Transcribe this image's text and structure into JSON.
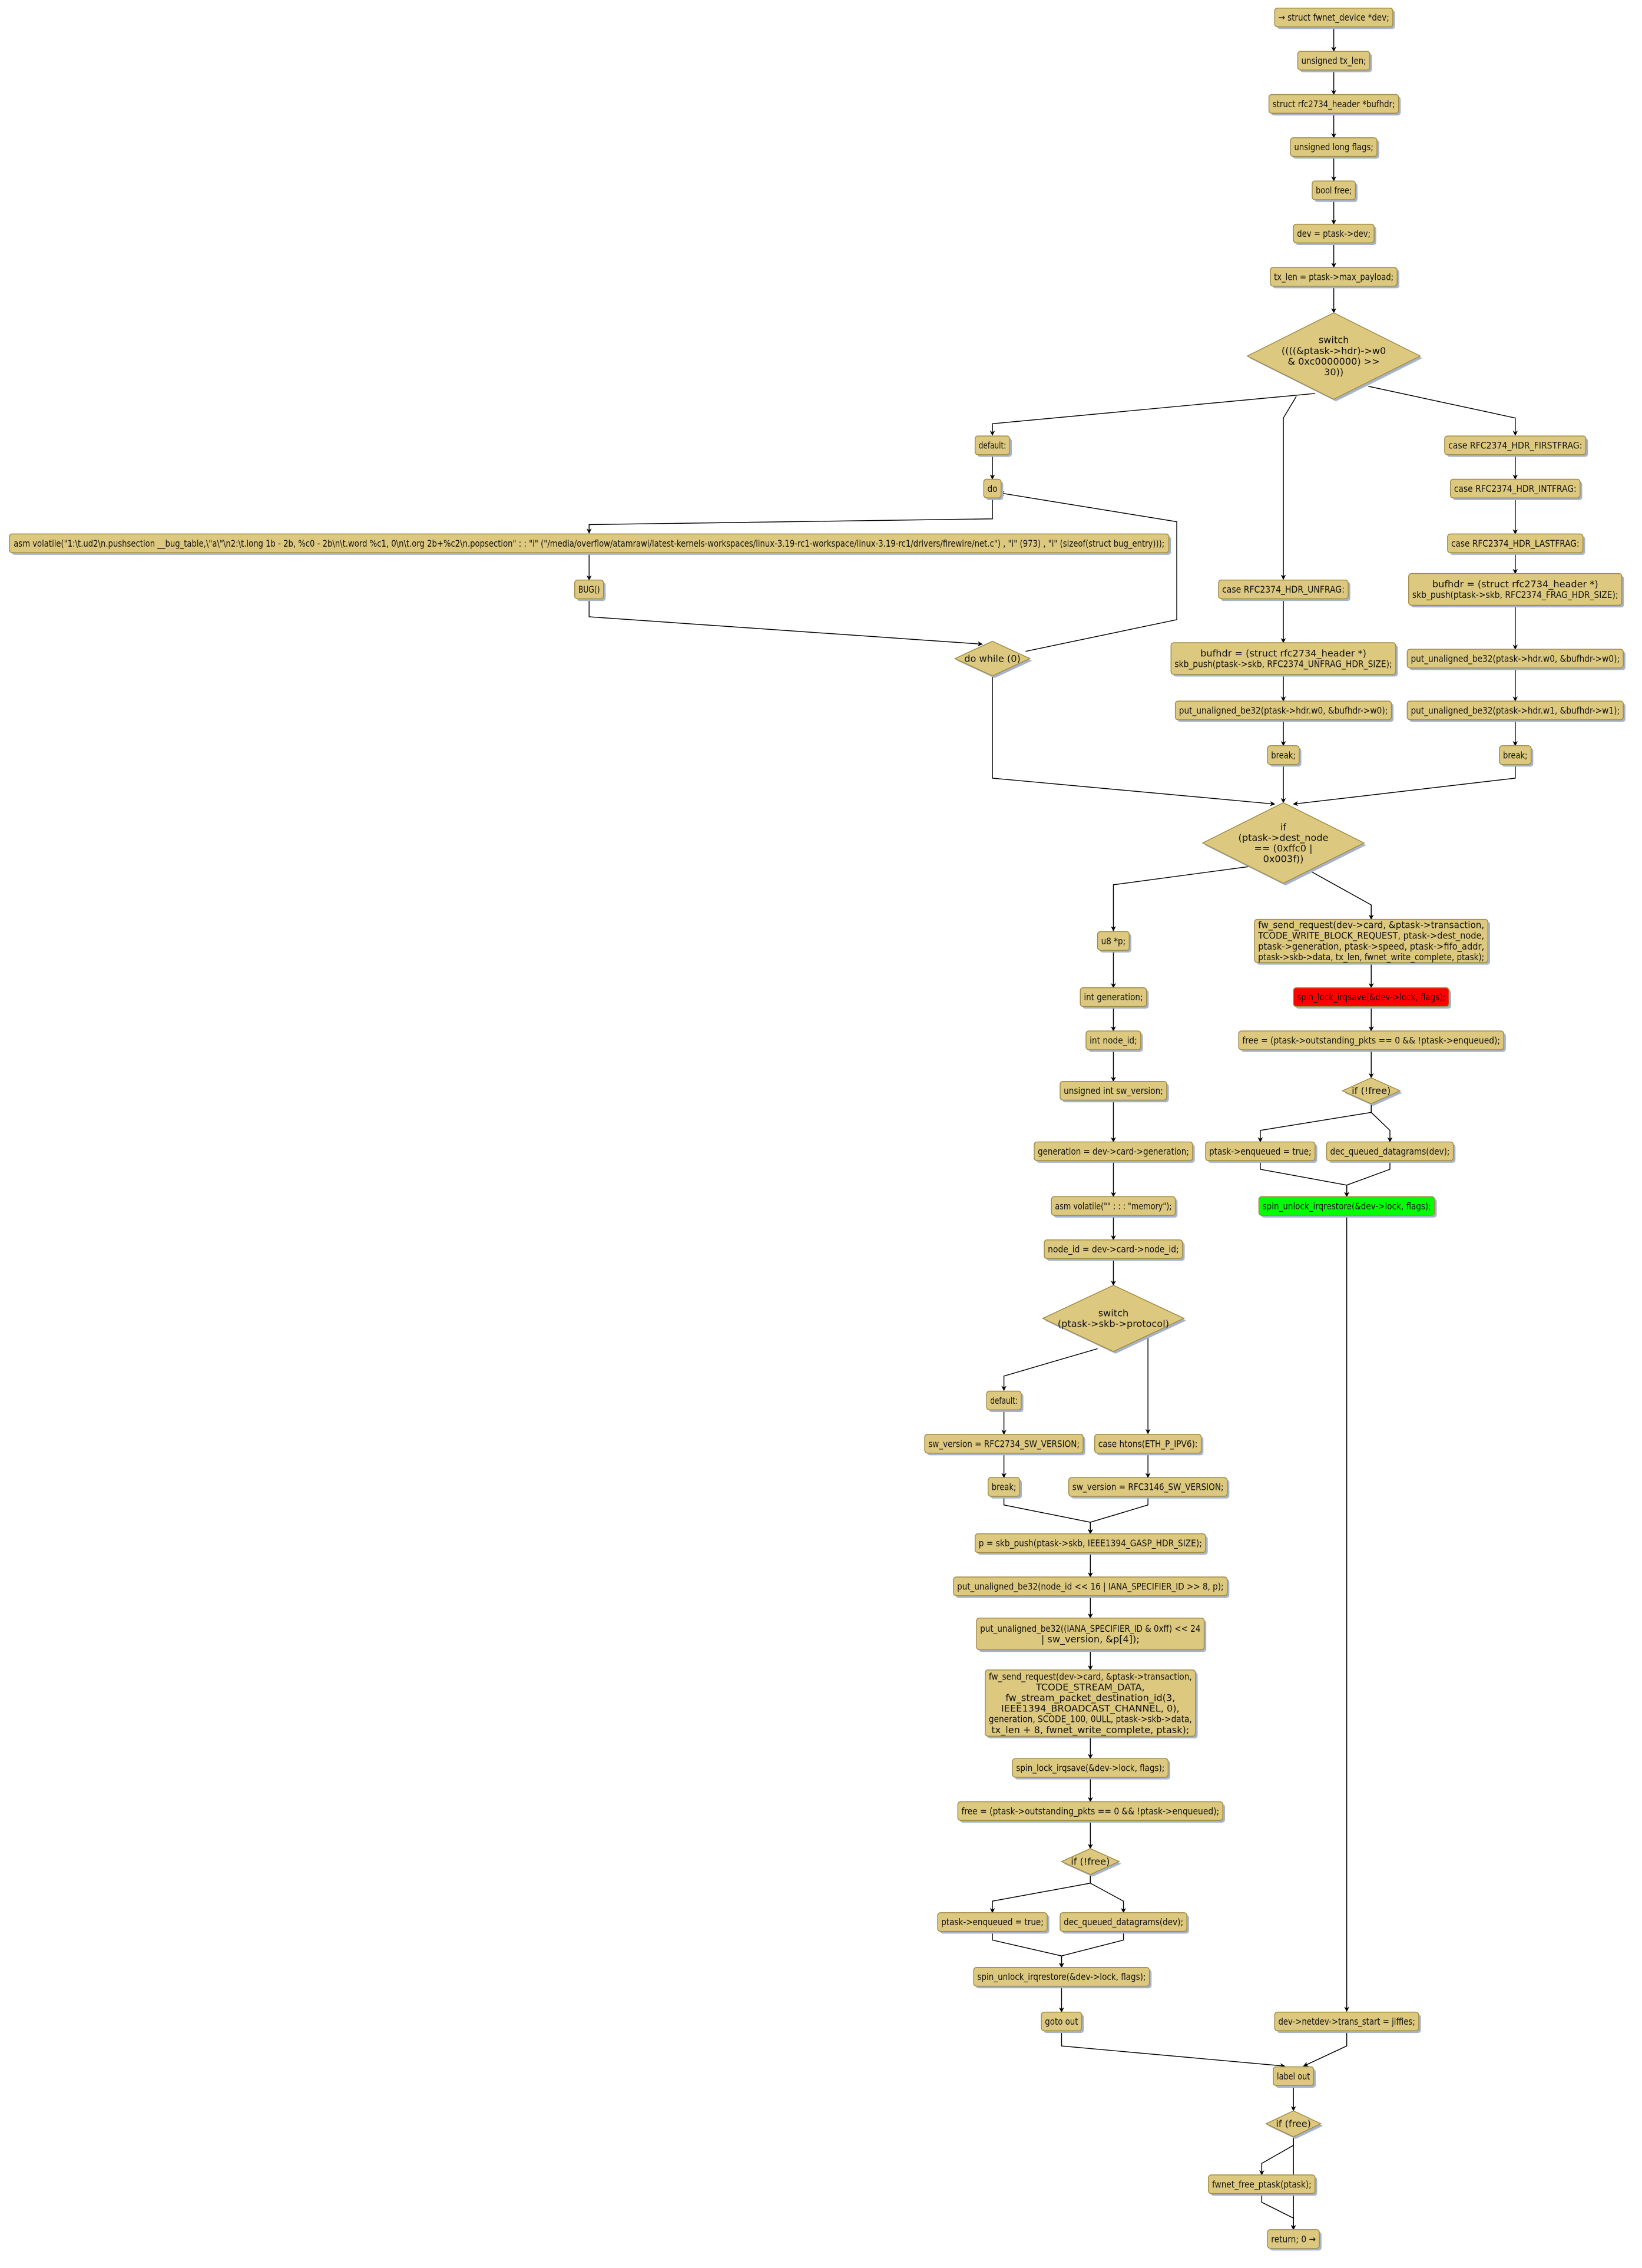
{
  "colors": {
    "node_fill": "#dcc87e",
    "node_border": "#a08a44",
    "highlight_red": "#ff0000",
    "highlight_green": "#00ff00",
    "shadow": "#a6b3cc"
  },
  "nodes": [
    {
      "id": "n1",
      "kind": "box",
      "lines": [
        "→ struct fwnet_device *dev;"
      ]
    },
    {
      "id": "n2",
      "kind": "box",
      "lines": [
        "unsigned tx_len;"
      ]
    },
    {
      "id": "n3",
      "kind": "box",
      "lines": [
        "struct rfc2734_header *bufhdr;"
      ]
    },
    {
      "id": "n4",
      "kind": "box",
      "lines": [
        "unsigned long flags;"
      ]
    },
    {
      "id": "n5",
      "kind": "box",
      "lines": [
        "bool free;"
      ]
    },
    {
      "id": "n6",
      "kind": "box",
      "lines": [
        "dev = ptask->dev;"
      ]
    },
    {
      "id": "n7",
      "kind": "box",
      "lines": [
        "tx_len = ptask->max_payload;"
      ]
    },
    {
      "id": "d1",
      "kind": "diamond",
      "lines": [
        "switch",
        "((((&ptask->hdr)->w0",
        "& 0xc0000000) >>",
        "30))"
      ]
    },
    {
      "id": "n8",
      "kind": "box",
      "lines": [
        "default:"
      ]
    },
    {
      "id": "n9",
      "kind": "box",
      "lines": [
        "do"
      ]
    },
    {
      "id": "n10",
      "kind": "box",
      "lines": [
        "asm volatile(\"1:\\t.ud2\\n.pushsection __bug_table,\\\"a\\\"\\n2:\\t.long 1b - 2b, %c0 - 2b\\n\\t.word %c1, 0\\n\\t.org 2b+%c2\\n.popsection\" : : \"i\" (\"/media/overflow/atamrawi/latest-kernels-workspaces/linux-3.19-rc1-workspace/linux-3.19-rc1/drivers/firewire/net.c\") , \"i\" (973) , \"i\" (sizeof(struct bug_entry)));"
      ]
    },
    {
      "id": "n11",
      "kind": "box",
      "lines": [
        "BUG()"
      ]
    },
    {
      "id": "d2",
      "kind": "diamond",
      "lines": [
        "do while (0)"
      ]
    },
    {
      "id": "n12",
      "kind": "box",
      "lines": [
        "case RFC2374_HDR_UNFRAG:"
      ]
    },
    {
      "id": "n13",
      "kind": "box",
      "lines": [
        "bufhdr = (struct rfc2734_header *)",
        "skb_push(ptask->skb, RFC2374_UNFRAG_HDR_SIZE);"
      ]
    },
    {
      "id": "n14",
      "kind": "box",
      "lines": [
        "put_unaligned_be32(ptask->hdr.w0, &bufhdr->w0);"
      ]
    },
    {
      "id": "n15",
      "kind": "box",
      "lines": [
        "break;"
      ]
    },
    {
      "id": "n16",
      "kind": "box",
      "lines": [
        "case RFC2374_HDR_FIRSTFRAG:"
      ]
    },
    {
      "id": "n17",
      "kind": "box",
      "lines": [
        "case RFC2374_HDR_INTFRAG:"
      ]
    },
    {
      "id": "n18",
      "kind": "box",
      "lines": [
        "case RFC2374_HDR_LASTFRAG:"
      ]
    },
    {
      "id": "n19",
      "kind": "box",
      "lines": [
        "bufhdr = (struct rfc2734_header *)",
        "skb_push(ptask->skb, RFC2374_FRAG_HDR_SIZE);"
      ]
    },
    {
      "id": "n20",
      "kind": "box",
      "lines": [
        "put_unaligned_be32(ptask->hdr.w0, &bufhdr->w0);"
      ]
    },
    {
      "id": "n21",
      "kind": "box",
      "lines": [
        "put_unaligned_be32(ptask->hdr.w1, &bufhdr->w1);"
      ]
    },
    {
      "id": "n22",
      "kind": "box",
      "lines": [
        "break;"
      ]
    },
    {
      "id": "d3",
      "kind": "diamond",
      "lines": [
        "if",
        "(ptask->dest_node",
        "== (0xffc0 |",
        "0x003f))"
      ]
    },
    {
      "id": "n23",
      "kind": "box",
      "lines": [
        "u8 *p;"
      ]
    },
    {
      "id": "n24",
      "kind": "box",
      "lines": [
        "int generation;"
      ]
    },
    {
      "id": "n25",
      "kind": "box",
      "lines": [
        "int node_id;"
      ]
    },
    {
      "id": "n26",
      "kind": "box",
      "lines": [
        "unsigned int sw_version;"
      ]
    },
    {
      "id": "n27",
      "kind": "box",
      "lines": [
        "generation = dev->card->generation;"
      ]
    },
    {
      "id": "n28",
      "kind": "box",
      "lines": [
        "asm volatile(\"\" : : : \"memory\");"
      ]
    },
    {
      "id": "n29",
      "kind": "box",
      "lines": [
        "node_id = dev->card->node_id;"
      ]
    },
    {
      "id": "d4",
      "kind": "diamond",
      "lines": [
        "switch",
        "(ptask->skb->protocol)"
      ]
    },
    {
      "id": "n30",
      "kind": "box",
      "lines": [
        "default:"
      ]
    },
    {
      "id": "n31",
      "kind": "box",
      "lines": [
        "sw_version = RFC2734_SW_VERSION;"
      ]
    },
    {
      "id": "n32",
      "kind": "box",
      "lines": [
        "break;"
      ]
    },
    {
      "id": "n33",
      "kind": "box",
      "lines": [
        "case htons(ETH_P_IPV6):"
      ]
    },
    {
      "id": "n34",
      "kind": "box",
      "lines": [
        "sw_version = RFC3146_SW_VERSION;"
      ]
    },
    {
      "id": "n35",
      "kind": "box",
      "lines": [
        "p = skb_push(ptask->skb, IEEE1394_GASP_HDR_SIZE);"
      ]
    },
    {
      "id": "n36",
      "kind": "box",
      "lines": [
        "put_unaligned_be32(node_id << 16 | IANA_SPECIFIER_ID >> 8, p);"
      ]
    },
    {
      "id": "n37",
      "kind": "box",
      "lines": [
        "put_unaligned_be32((IANA_SPECIFIER_ID & 0xff) << 24",
        "| sw_version, &p[4]);"
      ]
    },
    {
      "id": "n38",
      "kind": "box",
      "lines": [
        "fw_send_request(dev->card, &ptask->transaction,",
        "TCODE_STREAM_DATA,",
        "fw_stream_packet_destination_id(3,",
        "IEEE1394_BROADCAST_CHANNEL, 0),",
        "generation, SCODE_100, 0ULL, ptask->skb->data,",
        "tx_len + 8, fwnet_write_complete, ptask);"
      ]
    },
    {
      "id": "n39",
      "kind": "box",
      "lines": [
        "spin_lock_irqsave(&dev->lock, flags);"
      ]
    },
    {
      "id": "n40",
      "kind": "box",
      "lines": [
        "free = (ptask->outstanding_pkts == 0 && !ptask->enqueued);"
      ]
    },
    {
      "id": "d5",
      "kind": "diamond",
      "lines": [
        "if (!free)"
      ]
    },
    {
      "id": "n41",
      "kind": "box",
      "lines": [
        "ptask->enqueued = true;"
      ]
    },
    {
      "id": "n42",
      "kind": "box",
      "lines": [
        "dec_queued_datagrams(dev);"
      ]
    },
    {
      "id": "n43",
      "kind": "box",
      "lines": [
        "spin_unlock_irqrestore(&dev->lock, flags);"
      ]
    },
    {
      "id": "n44",
      "kind": "box",
      "lines": [
        "goto out"
      ]
    },
    {
      "id": "n45",
      "kind": "box",
      "lines": [
        "fw_send_request(dev->card, &ptask->transaction,",
        "TCODE_WRITE_BLOCK_REQUEST, ptask->dest_node,",
        "ptask->generation, ptask->speed, ptask->fifo_addr,",
        "ptask->skb->data, tx_len, fwnet_write_complete, ptask);"
      ]
    },
    {
      "id": "n46",
      "kind": "box",
      "highlight": "red",
      "lines": [
        "spin_lock_irqsave(&dev->lock, flags);"
      ]
    },
    {
      "id": "n47",
      "kind": "box",
      "lines": [
        "free = (ptask->outstanding_pkts == 0 && !ptask->enqueued);"
      ]
    },
    {
      "id": "d6",
      "kind": "diamond",
      "lines": [
        "if (!free)"
      ]
    },
    {
      "id": "n48",
      "kind": "box",
      "lines": [
        "ptask->enqueued = true;"
      ]
    },
    {
      "id": "n49",
      "kind": "box",
      "lines": [
        "dec_queued_datagrams(dev);"
      ]
    },
    {
      "id": "n50",
      "kind": "box",
      "highlight": "green",
      "lines": [
        "spin_unlock_irqrestore(&dev->lock, flags);"
      ]
    },
    {
      "id": "n51",
      "kind": "box",
      "lines": [
        "dev->netdev->trans_start = jiffies;"
      ]
    },
    {
      "id": "n52",
      "kind": "box",
      "lines": [
        "label out"
      ]
    },
    {
      "id": "d7",
      "kind": "diamond",
      "lines": [
        "if (free)"
      ]
    },
    {
      "id": "n53",
      "kind": "box",
      "lines": [
        "fwnet_free_ptask(ptask);"
      ]
    },
    {
      "id": "n54",
      "kind": "box",
      "lines": [
        "return; 0 →"
      ]
    }
  ],
  "edges": [
    [
      "n1",
      "n2"
    ],
    [
      "n2",
      "n3"
    ],
    [
      "n3",
      "n4"
    ],
    [
      "n4",
      "n5"
    ],
    [
      "n5",
      "n6"
    ],
    [
      "n6",
      "n7"
    ],
    [
      "n7",
      "d1"
    ],
    [
      "d1",
      "n8"
    ],
    [
      "d1",
      "n12"
    ],
    [
      "d1",
      "n16"
    ],
    [
      "n8",
      "n9"
    ],
    [
      "n9",
      "n10"
    ],
    [
      "n10",
      "n11"
    ],
    [
      "n11",
      "d2"
    ],
    [
      "d2",
      "n9"
    ],
    [
      "d2",
      "d3"
    ],
    [
      "n12",
      "n13"
    ],
    [
      "n13",
      "n14"
    ],
    [
      "n14",
      "n15"
    ],
    [
      "n15",
      "d3"
    ],
    [
      "n16",
      "n17"
    ],
    [
      "n17",
      "n18"
    ],
    [
      "n18",
      "n19"
    ],
    [
      "n19",
      "n20"
    ],
    [
      "n20",
      "n21"
    ],
    [
      "n21",
      "n22"
    ],
    [
      "n22",
      "d3"
    ],
    [
      "d3",
      "n23"
    ],
    [
      "d3",
      "n45"
    ],
    [
      "n23",
      "n24"
    ],
    [
      "n24",
      "n25"
    ],
    [
      "n25",
      "n26"
    ],
    [
      "n26",
      "n27"
    ],
    [
      "n27",
      "n28"
    ],
    [
      "n28",
      "n29"
    ],
    [
      "n29",
      "d4"
    ],
    [
      "d4",
      "n30"
    ],
    [
      "d4",
      "n33"
    ],
    [
      "n30",
      "n31"
    ],
    [
      "n31",
      "n32"
    ],
    [
      "n32",
      "n35"
    ],
    [
      "n33",
      "n34"
    ],
    [
      "n34",
      "n35"
    ],
    [
      "n35",
      "n36"
    ],
    [
      "n36",
      "n37"
    ],
    [
      "n37",
      "n38"
    ],
    [
      "n38",
      "n39"
    ],
    [
      "n39",
      "n40"
    ],
    [
      "n40",
      "d5"
    ],
    [
      "d5",
      "n41"
    ],
    [
      "d5",
      "n42"
    ],
    [
      "n41",
      "n43"
    ],
    [
      "n42",
      "n43"
    ],
    [
      "n43",
      "n44"
    ],
    [
      "n44",
      "n52"
    ],
    [
      "n45",
      "n46"
    ],
    [
      "n46",
      "n47"
    ],
    [
      "n47",
      "d6"
    ],
    [
      "d6",
      "n48"
    ],
    [
      "d6",
      "n49"
    ],
    [
      "n48",
      "n50"
    ],
    [
      "n49",
      "n50"
    ],
    [
      "n50",
      "n51"
    ],
    [
      "n51",
      "n52"
    ],
    [
      "n52",
      "d7"
    ],
    [
      "d7",
      "n53"
    ],
    [
      "d7",
      "n54"
    ],
    [
      "n53",
      "n54"
    ]
  ]
}
